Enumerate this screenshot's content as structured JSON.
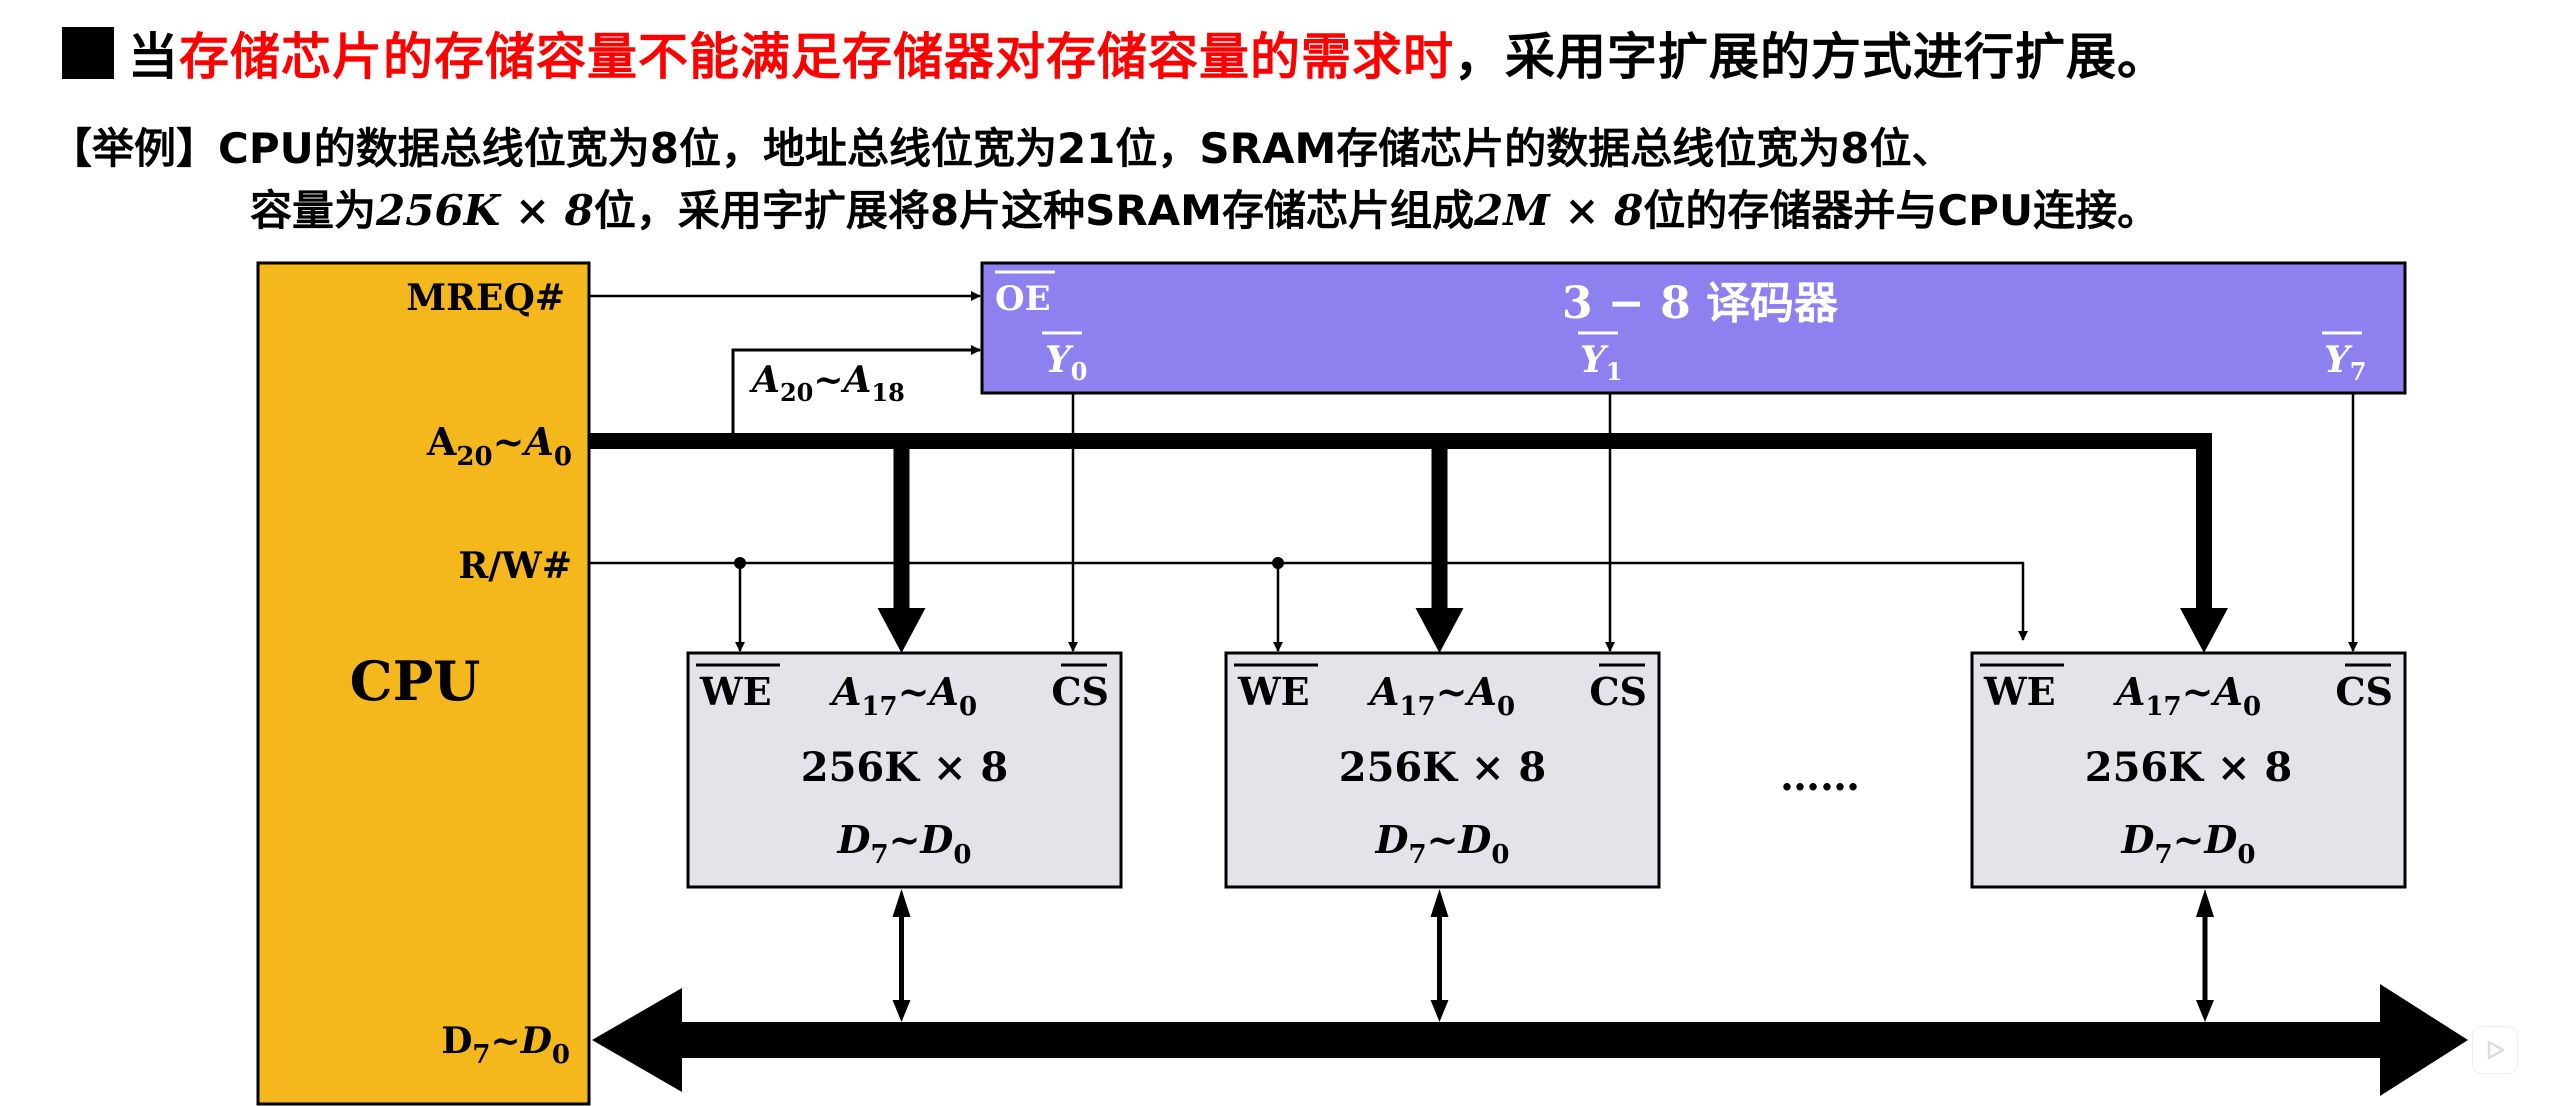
{
  "heading": {
    "prefix": "当",
    "highlight": "存储芯片的存储容量不能满足存储器对存储容量的需求时",
    "suffix": "，采用字扩展的方式进行扩展。",
    "highlight_color": "#ff0000"
  },
  "example": {
    "tag": "【举例】",
    "line1": "CPU的数据总线位宽为8位，地址总线位宽为21位，SRAM存储芯片的数据总线位宽为8位、",
    "line2_a": "容量为",
    "line2_math1": "256K × 8",
    "line2_b": "位，采用字扩展将8片这种SRAM存储芯片组成",
    "line2_math2": "2M × 8",
    "line2_c": "位的存储器并与CPU连接。"
  },
  "cpu": {
    "title": "CPU",
    "color": "#F4B71C",
    "pins": {
      "mreq": "MREQ#",
      "addr": "A20~A0",
      "rw": "R/W#",
      "data": "D7~D0"
    }
  },
  "decoder": {
    "title": "3 − 8 译码器",
    "color": "#8F80F0",
    "enable": "OE",
    "outputs": [
      "Y0",
      "Y1",
      "Y7"
    ],
    "input_label": "A20~A18"
  },
  "chips": [
    {
      "we": "WE",
      "addr": "A17~A0",
      "cs": "CS",
      "capacity": "256K × 8",
      "data": "D7~D0"
    },
    {
      "we": "WE",
      "addr": "A17~A0",
      "cs": "CS",
      "capacity": "256K × 8",
      "data": "D7~D0"
    },
    {
      "we": "WE",
      "addr": "A17~A0",
      "cs": "CS",
      "capacity": "256K × 8",
      "data": "D7~D0"
    }
  ],
  "chip_color": "#E2E4EA",
  "ellipsis": "……",
  "watermark_icon": "play-tv-icon"
}
